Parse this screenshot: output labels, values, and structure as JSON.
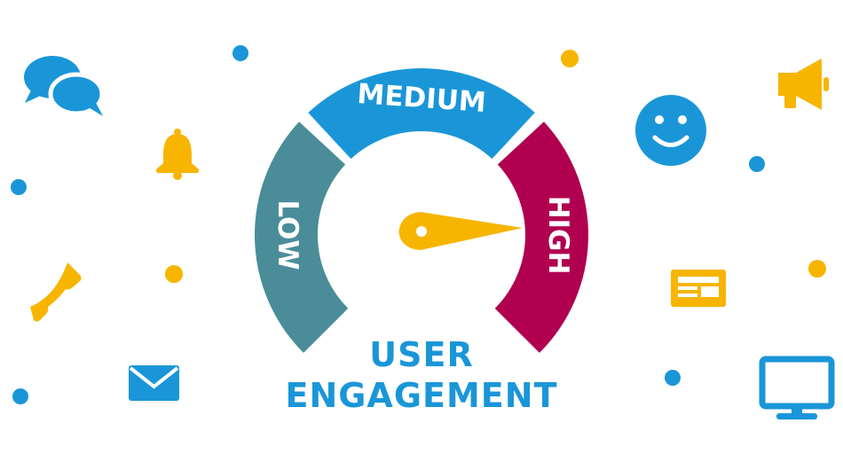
{
  "gauge": {
    "segments": [
      {
        "label": "LOW",
        "color": "#4a8d99"
      },
      {
        "label": "MEDIUM",
        "color": "#1a96d8"
      },
      {
        "label": "HIGH",
        "color": "#b0004f"
      }
    ],
    "needle_color": "#f7b500"
  },
  "caption": {
    "line1": "USER",
    "line2": "ENGAGEMENT"
  },
  "colors": {
    "blue": "#1a96d8",
    "yellow": "#f7b500"
  },
  "icons": [
    "chat-bubbles-icon",
    "bell-icon",
    "phone-icon",
    "envelope-icon",
    "smiley-icon",
    "megaphone-icon",
    "newspaper-icon",
    "monitor-icon"
  ]
}
